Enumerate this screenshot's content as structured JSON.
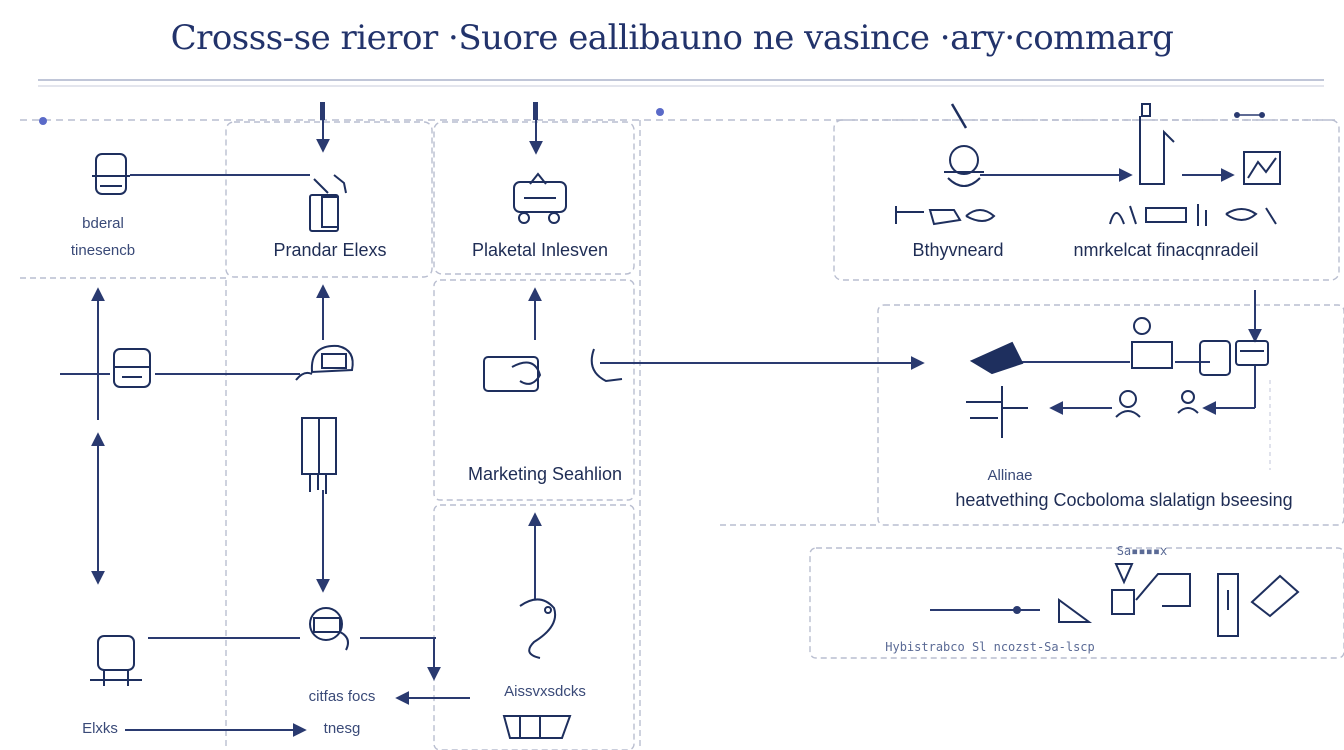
{
  "title": "Crosss-se rieror ·Suore eallibauno ne vasince ·ary·commarg",
  "labels": {
    "federal_1": "bderal",
    "federal_2": "tinesencb",
    "prandar": "Prandar Elexs",
    "plaketal": "Plaketal Inlesven",
    "bthv": "Bthyvneard",
    "nmrke": "nmrkelcat finacqnradeil",
    "marketing": "Marketing Seahlion",
    "allinae": "Allinae",
    "heatve": "heatvething Cocboloma slalatign bseesing",
    "aissv": "Aissvxsdcks",
    "citfas": "citfas focs",
    "tnesg": "tnesg",
    "elxks": "Elxks",
    "small_caption": "Hybistrabco Sl ncozst-Sa-lscp",
    "top_mini": "Sa▪▪▪▪x"
  },
  "colors": {
    "ink": "#1e2f5e",
    "line": "#2a3a70",
    "dash": "#b9bed0",
    "accent": "#5a6ac8"
  }
}
